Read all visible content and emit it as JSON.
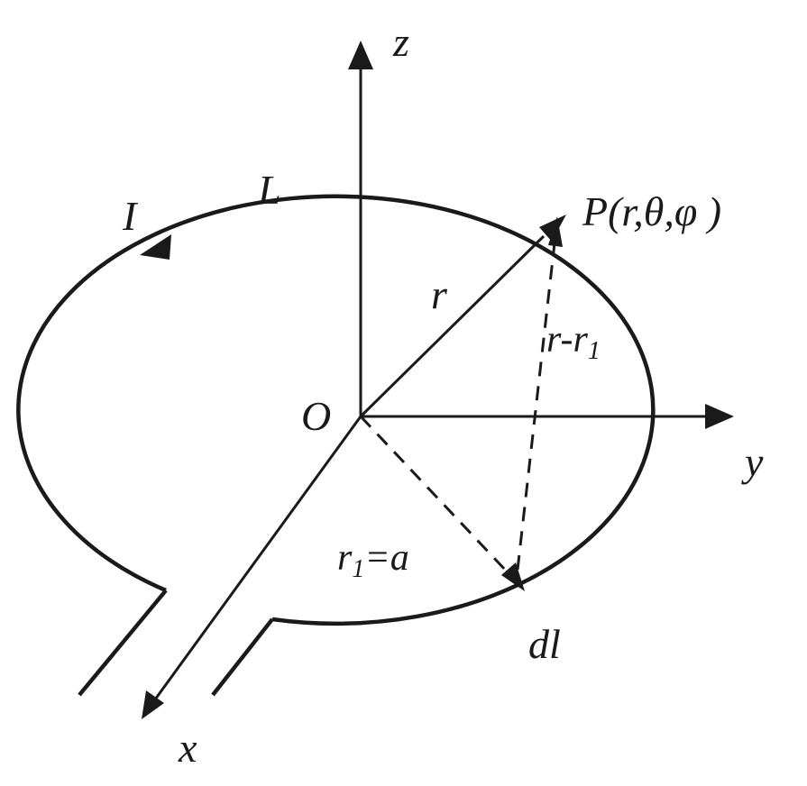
{
  "labels": {
    "z_axis": "z",
    "y_axis": "y",
    "x_axis": "x",
    "origin": "O",
    "loop_name": "L",
    "current": "I",
    "point": "P(r,θ,φ  )",
    "vector_r": "r",
    "vector_diff_r": "r-r",
    "vector_diff_sub": "1",
    "vector_r1_main": "r",
    "vector_r1_sub": "1",
    "vector_r1_eq": "=a",
    "element": "dl"
  },
  "colors": {
    "ink": "#1a1a1a",
    "background": "#ffffff"
  }
}
